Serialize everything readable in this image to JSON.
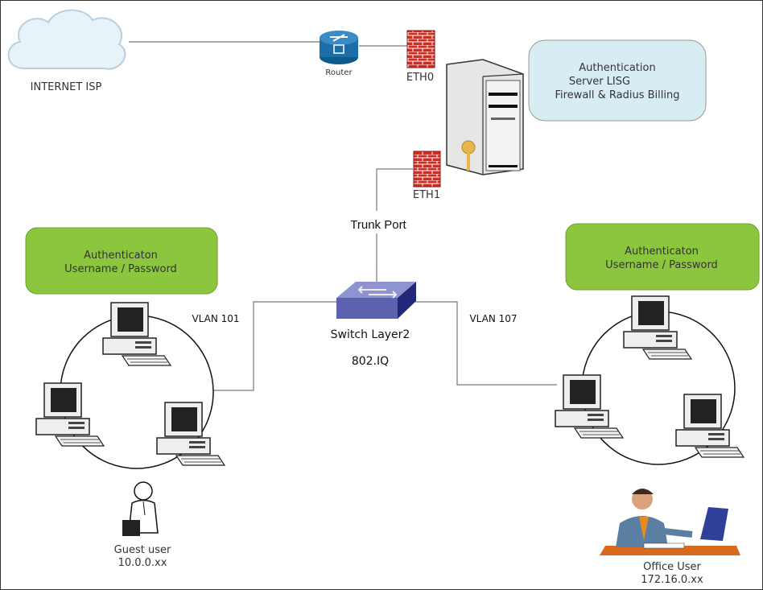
{
  "internet": {
    "label": "INTERNET ISP",
    "icon": "cloud-icon"
  },
  "router": {
    "label": "Router",
    "icon": "router-icon",
    "color": "#1b6fa8"
  },
  "eth0": {
    "label": "ETH0",
    "icon": "firewall-icon"
  },
  "eth1": {
    "label": "ETH1",
    "icon": "firewall-icon"
  },
  "server": {
    "icon": "server-icon",
    "box": {
      "line1": "Authentication",
      "line2": "Server LISG",
      "line3": "Firewall & Radius Billing",
      "color": "#d8edf3"
    }
  },
  "trunk": {
    "label": "Trunk Port"
  },
  "switch": {
    "label": "Switch Layer2",
    "protocol": "802.IQ",
    "icon": "switch-icon",
    "color": "#5d62b0"
  },
  "left": {
    "vlan": "VLAN 101",
    "auth": {
      "line1": "Authenticaton",
      "line2": "Username / Password",
      "color": "#8cc63f"
    },
    "user": {
      "name": "Guest user",
      "ip": "10.0.0.xx"
    }
  },
  "right": {
    "vlan": "VLAN 107",
    "auth": {
      "line1": "Authenticaton",
      "line2": "Username / Password",
      "color": "#8cc63f"
    },
    "user": {
      "name": "Office User",
      "ip": "172.16.0.xx"
    }
  }
}
